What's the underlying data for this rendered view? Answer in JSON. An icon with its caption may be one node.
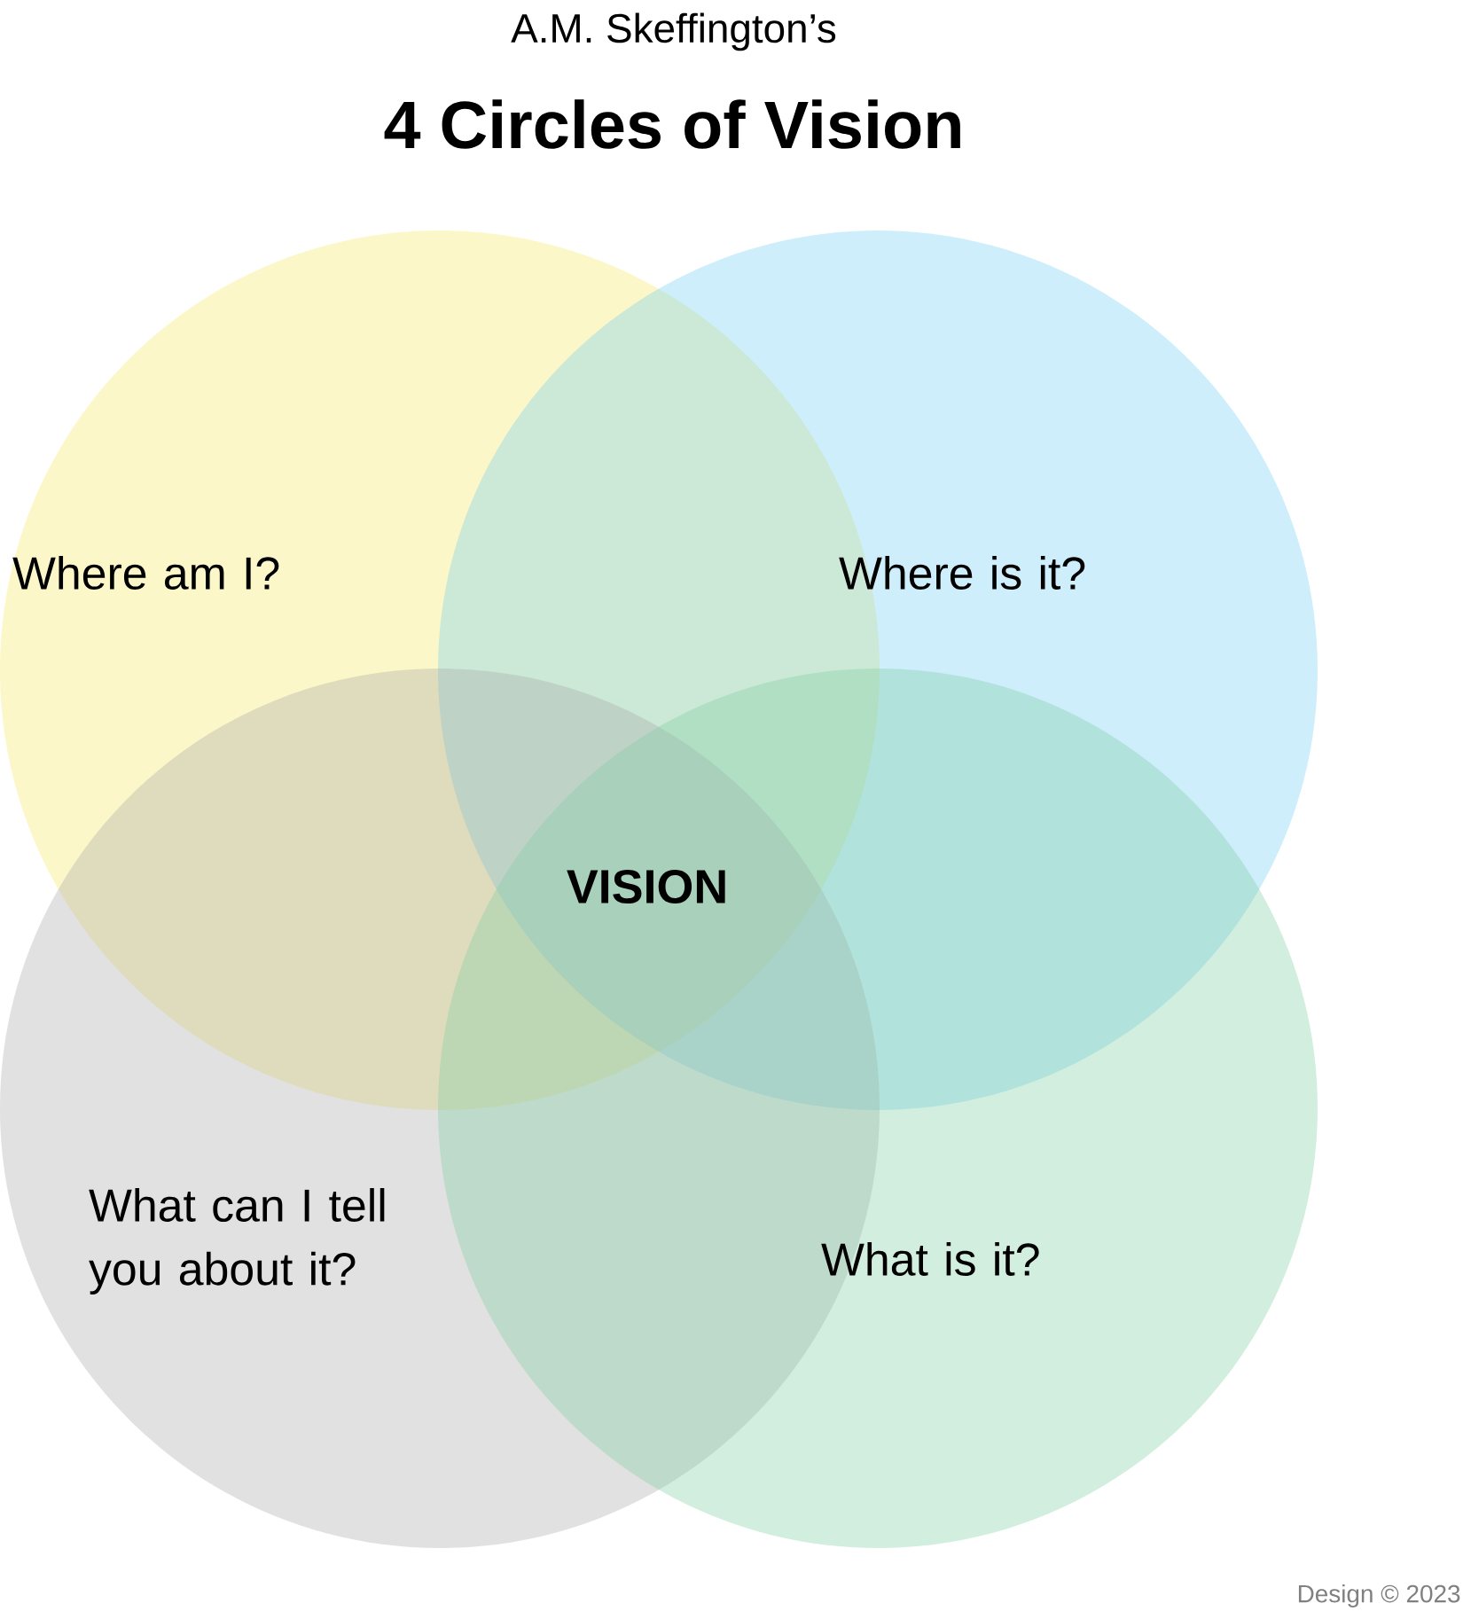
{
  "diagram": {
    "title": "4 Circles of Vision",
    "nodes": [
      {
        "text": [
          "Where am I?"
        ]
      },
      {
        "text": [
          "Where is it?"
        ]
      },
      {
        "text": [
          "What can I tell you about it?"
        ]
      },
      {
        "text": [
          "What is it?"
        ]
      }
    ],
    "labels": [
      "A.M. Skeffington’s",
      "VISION",
      "Design © 2023"
    ]
  }
}
